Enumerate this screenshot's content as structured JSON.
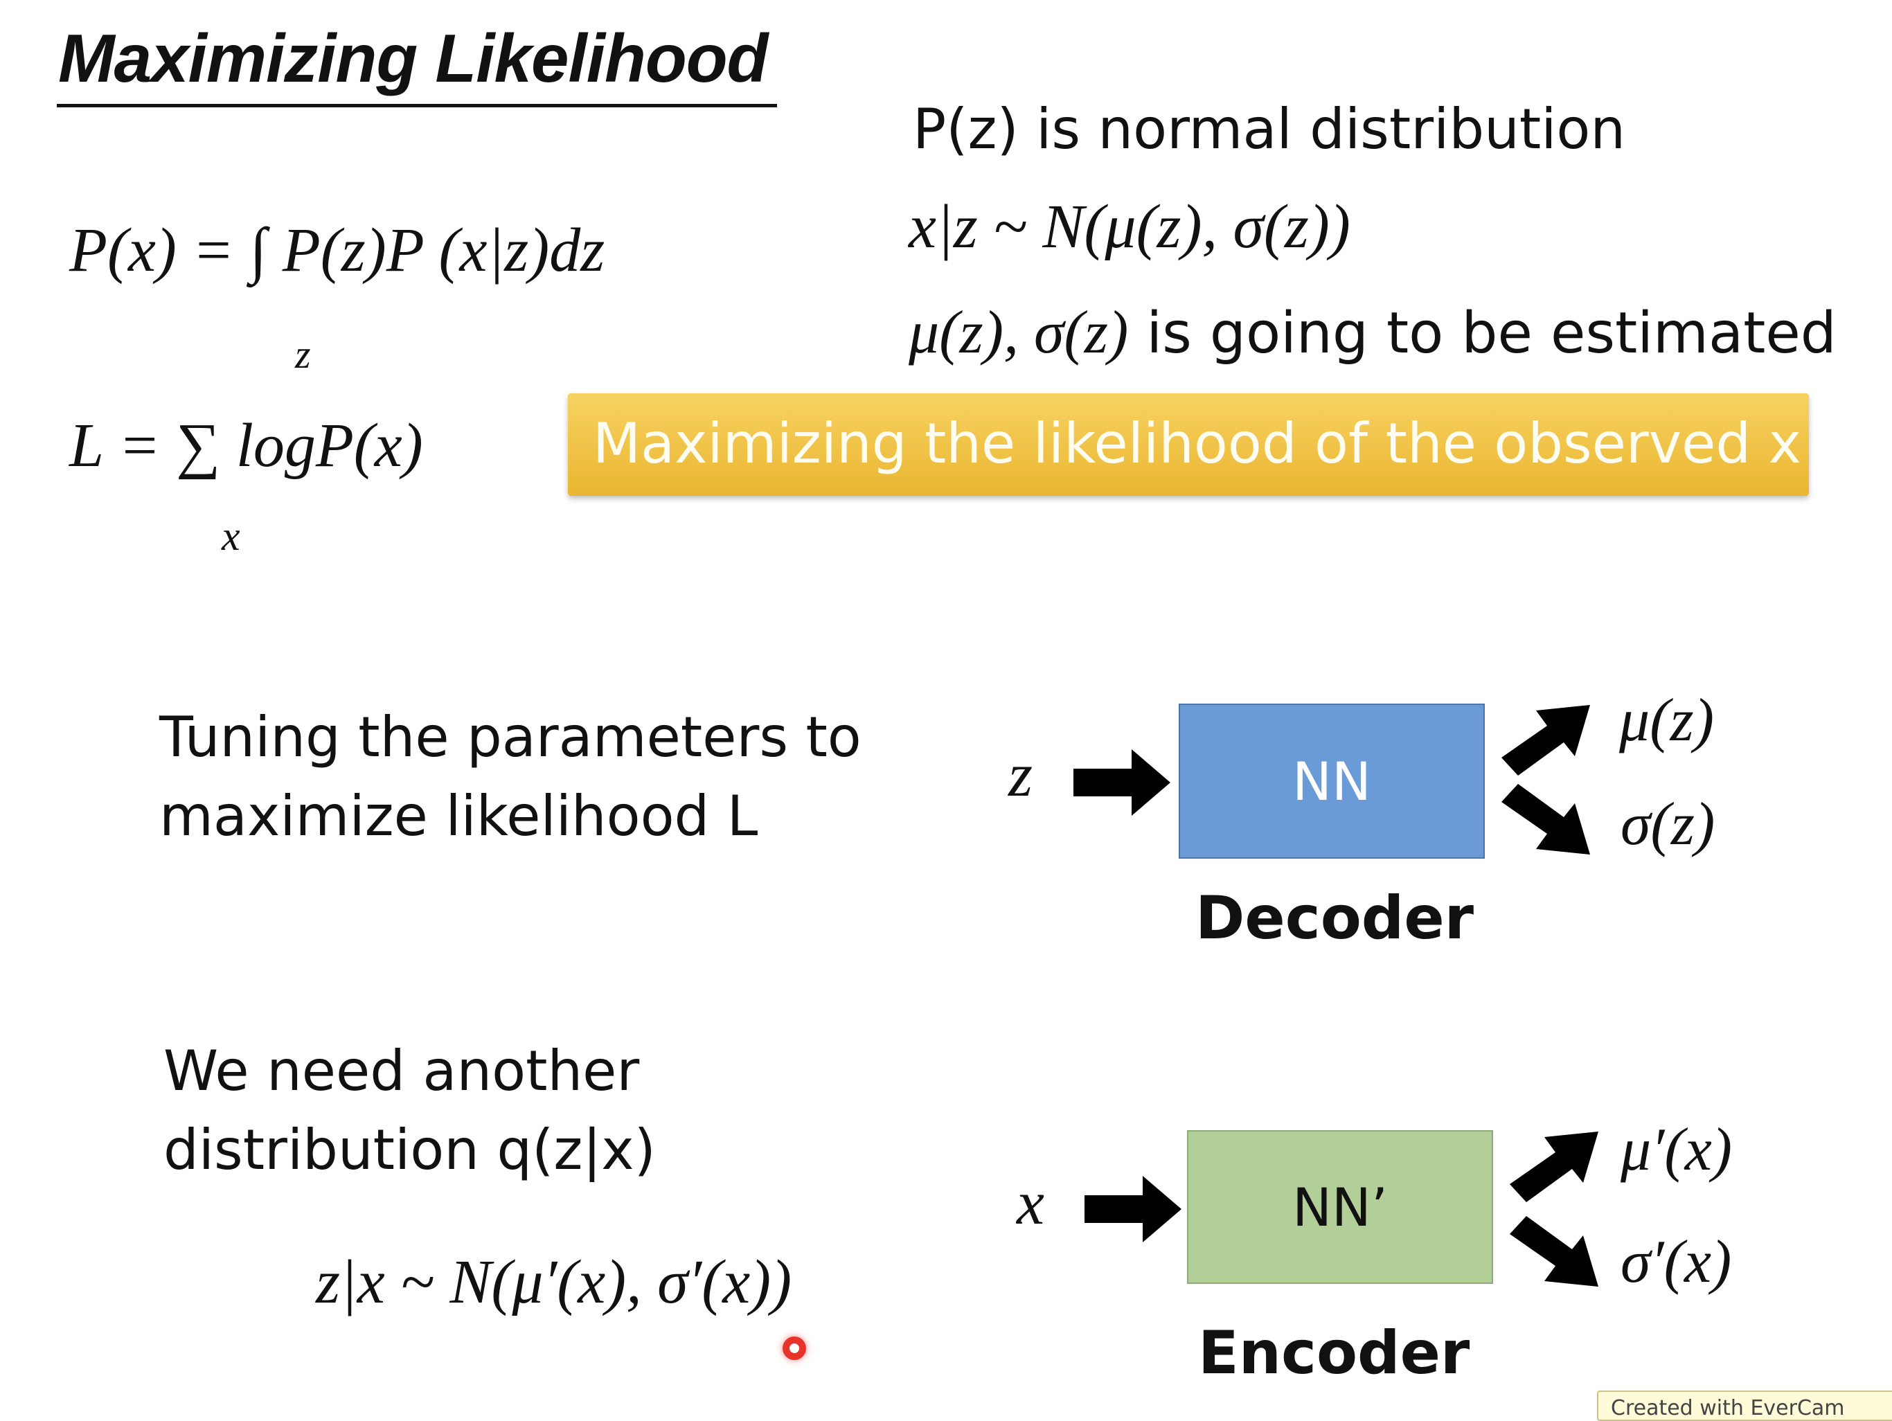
{
  "title": "Maximizing Likelihood",
  "equations": {
    "px": "P(x) = ∫ P(z)P (x|z)dz",
    "px_sub": "z",
    "L": "L = ∑ logP(x)",
    "L_sub": "x",
    "z_given_x": "z|x ~ N(μ′(x), σ′(x))"
  },
  "notes": {
    "line1": "P(z) is normal distribution",
    "line2": "x|z ~ N(μ(z), σ(z))",
    "line3a": "μ(z), σ(z)",
    "line3b": " is going to be estimated"
  },
  "banner": "Maximizing the likelihood of the observed x",
  "body_text": {
    "tuning_1": "Tuning the parameters to",
    "tuning_2": "maximize likelihood L",
    "need_1": "We need another",
    "need_2": "distribution q(z|x)"
  },
  "decoder": {
    "input": "z",
    "box": "NN",
    "out1": "μ(z)",
    "out2": "σ(z)",
    "label": "Decoder",
    "box_color": "#6b9bd6"
  },
  "encoder": {
    "input": "x",
    "box": "NN’",
    "out1": "μ′(x)",
    "out2": "σ′(x)",
    "label": "Encoder",
    "box_color": "#b3cf99"
  },
  "footer": "Created with EverCam"
}
